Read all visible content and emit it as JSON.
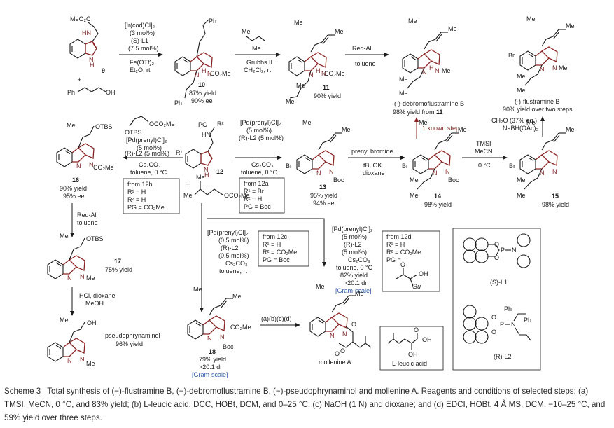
{
  "compounds": {
    "c9": {
      "label": "9",
      "group_ester": "MeO₂C",
      "group_hn": "HN",
      "nh": "N",
      "nh_h": "H"
    },
    "cinnamyl": {
      "label": "Ph",
      "oh": "OH",
      "plus": "+"
    },
    "c10": {
      "label": "10",
      "yield": "87% yield",
      "ee": "90% ee",
      "ph_top": "Ph",
      "ph_bot": "Ph",
      "co2me": "CO₂Me"
    },
    "c11": {
      "label": "11",
      "yield": "90% yield",
      "co2me": "CO₂Me",
      "me": "Me"
    },
    "debromo": {
      "name": "(-)-debromoflustramine B",
      "yield": "98% yield from ",
      "from": "11"
    },
    "flustramine": {
      "name": "(-)-flustramine B",
      "yield": "90% yield over two steps",
      "br": "Br"
    },
    "c16": {
      "label": "16",
      "yield": "90% yield",
      "ee": "95% ee",
      "otbs": "OTBS",
      "co2me": "CO₂Me"
    },
    "c12": {
      "label": "12",
      "pg": "PG",
      "hn": "HN",
      "r2": "R²",
      "r1": "R¹"
    },
    "prenyl_carb": {
      "text": "OCO₂Me",
      "plus": "+"
    },
    "c13": {
      "label": "13",
      "yield": "95% yield",
      "ee": "94% ee",
      "br": "Br",
      "boc": "Boc"
    },
    "c14": {
      "label": "14",
      "yield": "98% yield",
      "br": "Br",
      "boc": "Boc"
    },
    "c15": {
      "label": "15",
      "yield": "98% yield",
      "br": "Br"
    },
    "c17": {
      "label": "17",
      "yield": "75% yield",
      "otbs": "OTBS",
      "me": "Me"
    },
    "pseudo": {
      "name": "pseudophrynaminol",
      "yield": "96% yield",
      "oh": "OH",
      "me": "Me"
    },
    "c18": {
      "label": "18",
      "yield": "79% yield",
      "dr": ">20:1 dr",
      "scale": "[Gram-scale]",
      "co2me": "CO₂Me",
      "boc": "Boc"
    },
    "mollenine": {
      "name": "mollenine A"
    },
    "leucic": {
      "name": "L-leucic acid",
      "oh": "OH",
      "acid": "OH"
    },
    "L1": {
      "name": "(S)-L1"
    },
    "L2": {
      "name": "(R)-L2",
      "ph1": "Ph",
      "ph2": "Ph"
    }
  },
  "conditions": {
    "r9_10": [
      "[Ir(cod)Cl]₂",
      "(3 mol%)",
      "(S)-L1",
      "(7.5 mol%)",
      "Fe(OTf)₂",
      "Et₂O, rt"
    ],
    "r10_11": [
      "Me",
      "Me",
      "Grubbs II",
      "CH₂Cl₂, rt"
    ],
    "r11_debromo": [
      "Red-Al",
      "toluene"
    ],
    "r12_16": [
      "OCO₂Me",
      "OTBS",
      "[Pd(prenyl)Cl]₂",
      "(5 mol%)",
      "(R)-L2 (5 mol%)",
      "Cs₂CO₃",
      "toluene, 0 °C"
    ],
    "r12_13": [
      "[Pd(prenyl)Cl]₂",
      "(5 mol%)",
      "(R)-L2 (5 mol%)",
      "Cs₂CO₃",
      "toluene, 0 °C"
    ],
    "r13_14": [
      "prenyl bromide",
      "tBuOK",
      "dioxane"
    ],
    "r14_15": [
      "TMSI",
      "MeCN",
      "0 °C"
    ],
    "r15_flu": [
      "CH₂O (37% eq.)",
      "NaBH(OAc)₃"
    ],
    "r14_debromo": [
      "1 known step"
    ],
    "r16_17": [
      "Red-Al",
      "toluene"
    ],
    "r17_pseudo": [
      "HCl, dioxane",
      "MeOH"
    ],
    "r12_18": [
      "[Pd(prenyl)Cl]₂",
      "(0.5 mol%)",
      "(R)-L2",
      "(0.5 mol%)",
      "Cs₂CO₃",
      "toluene, rt"
    ],
    "r12_moll": [
      "[Pd(prenyl)Cl]₂",
      "(5 mol%)",
      "(R)-L2",
      "(5 mol%)",
      "Cs₂CO₃",
      "toluene, 0 °C",
      "82% yield",
      ">20:1 dr",
      "[Gram-scale]"
    ],
    "r18_moll": [
      "(a)(b)(c)(d)"
    ]
  },
  "boxes": {
    "b12b": [
      "from 12b",
      "R¹ = H",
      "R² = H",
      "PG = CO₂Me"
    ],
    "b12a": [
      "from 12a",
      "R¹ = Br",
      "R² = H",
      "PG = Boc"
    ],
    "b12c": [
      "from 12c",
      "R¹ = H",
      "R² = CO₂Me",
      "PG = Boc"
    ],
    "b12d": [
      "from 12d",
      "R¹ = H",
      "R² = CO₂Me",
      "PG =",
      "O",
      "OH",
      "iBu"
    ]
  },
  "caption": {
    "label": "Scheme 3",
    "text": "Total synthesis of (−)-flustramine B, (−)-debromoflustramine B, (−)-pseudophrynaminol and mollenine A. Reagents and conditions of selected steps: (a) TMSI, MeCN, 0 °C, and 83% yield; (b) L-leucic acid, DCC, HOBt, DCM, and 0–25 °C; (c) NaOH (1 N) and dioxane; and (d) EDCI, HOBt, 4 Å MS, DCM, −10–25 °C, and 59% yield over three steps."
  },
  "colors": {
    "accent_red": "#8b2525",
    "blue": "#2f5fa8",
    "ink": "#1a1a1a"
  }
}
